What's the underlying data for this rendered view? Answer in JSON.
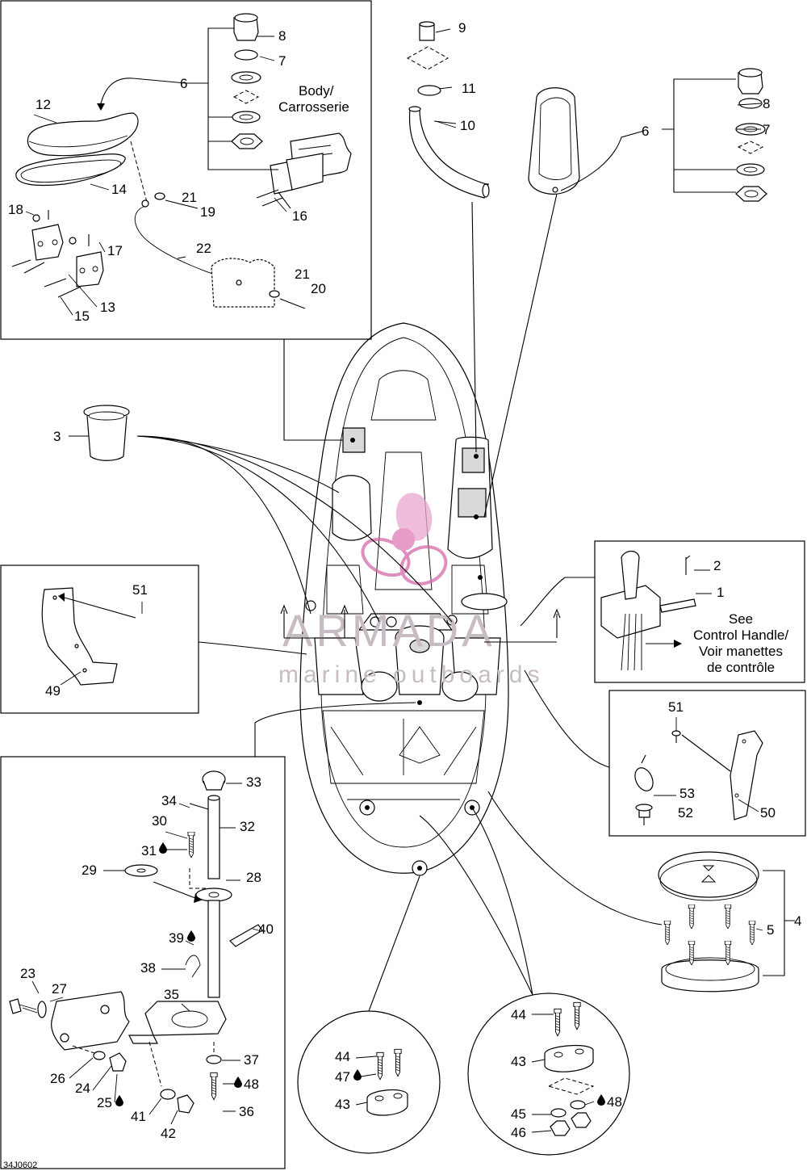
{
  "diagram": {
    "code": "34J0602",
    "notes": {
      "body": [
        "Body/",
        "Carrosserie"
      ],
      "see": [
        "See",
        "Control Handle/",
        "Voir manettes",
        "de contrôle"
      ]
    },
    "watermark": {
      "brand": "ARMADA",
      "tagline": "marine outboards",
      "logo": "propeller-logo"
    },
    "callouts": [
      {
        "id": "c8a",
        "text": "8"
      },
      {
        "id": "c7a",
        "text": "7"
      },
      {
        "id": "c6a",
        "text": "6"
      },
      {
        "id": "c12",
        "text": "12"
      },
      {
        "id": "c14",
        "text": "14"
      },
      {
        "id": "c21a",
        "text": "21"
      },
      {
        "id": "c19",
        "text": "19"
      },
      {
        "id": "c16",
        "text": "16"
      },
      {
        "id": "c18",
        "text": "18"
      },
      {
        "id": "c17",
        "text": "17"
      },
      {
        "id": "c22",
        "text": "22"
      },
      {
        "id": "c21b",
        "text": "21"
      },
      {
        "id": "c20",
        "text": "20"
      },
      {
        "id": "c13",
        "text": "13"
      },
      {
        "id": "c15",
        "text": "15"
      },
      {
        "id": "c9",
        "text": "9"
      },
      {
        "id": "c11",
        "text": "11"
      },
      {
        "id": "c10",
        "text": "10"
      },
      {
        "id": "c8b",
        "text": "8"
      },
      {
        "id": "c6b",
        "text": "6"
      },
      {
        "id": "c7b",
        "text": "7"
      },
      {
        "id": "c3",
        "text": "3"
      },
      {
        "id": "c2",
        "text": "2"
      },
      {
        "id": "c1",
        "text": "1"
      },
      {
        "id": "c51a",
        "text": "51"
      },
      {
        "id": "c49",
        "text": "49"
      },
      {
        "id": "c51b",
        "text": "51"
      },
      {
        "id": "c53",
        "text": "53"
      },
      {
        "id": "c52",
        "text": "52"
      },
      {
        "id": "c50",
        "text": "50"
      },
      {
        "id": "c33",
        "text": "33"
      },
      {
        "id": "c34",
        "text": "34"
      },
      {
        "id": "c32",
        "text": "32"
      },
      {
        "id": "c30",
        "text": "30"
      },
      {
        "id": "c31",
        "text": "31"
      },
      {
        "id": "c29",
        "text": "29"
      },
      {
        "id": "c28",
        "text": "28"
      },
      {
        "id": "c40",
        "text": "40"
      },
      {
        "id": "c39",
        "text": "39"
      },
      {
        "id": "c38",
        "text": "38"
      },
      {
        "id": "c23",
        "text": "23"
      },
      {
        "id": "c27",
        "text": "27"
      },
      {
        "id": "c35",
        "text": "35"
      },
      {
        "id": "c37",
        "text": "37"
      },
      {
        "id": "c26",
        "text": "26"
      },
      {
        "id": "c48a",
        "text": "48"
      },
      {
        "id": "c24",
        "text": "24"
      },
      {
        "id": "c25",
        "text": "25"
      },
      {
        "id": "c41",
        "text": "41"
      },
      {
        "id": "c36",
        "text": "36"
      },
      {
        "id": "c42",
        "text": "42"
      },
      {
        "id": "c4",
        "text": "4"
      },
      {
        "id": "c5",
        "text": "5"
      },
      {
        "id": "c44a",
        "text": "44"
      },
      {
        "id": "c47",
        "text": "47"
      },
      {
        "id": "c43a",
        "text": "43"
      },
      {
        "id": "c44b",
        "text": "44"
      },
      {
        "id": "c43b",
        "text": "43"
      },
      {
        "id": "c45",
        "text": "45"
      },
      {
        "id": "c48b",
        "text": "48"
      },
      {
        "id": "c46",
        "text": "46"
      }
    ]
  }
}
